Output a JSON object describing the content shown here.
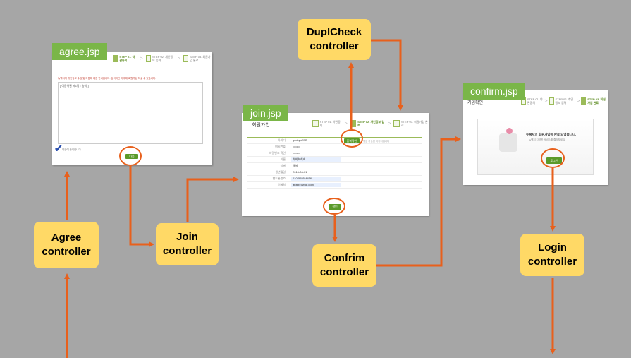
{
  "screens": {
    "agree": {
      "tag": "agree.jsp",
      "notice": "뉴팩처의 개인정보 수집 및 이용에 대한 안내입니다. 동의하신 이후에 회원가입 하실 수 있습니다.",
      "textarea": "[ 이용약관 제1장 : 총칙 ]",
      "check_label": "약관에 동의합니다.",
      "next_button": "다음",
      "steps": [
        "STEP 01. 약관동의",
        "STEP 02. 개인정보 입력",
        "STEP 03. 회원가입 완료"
      ]
    },
    "join": {
      "tag": "join.jsp",
      "heading": "회원가입",
      "dup_button": "중복확인",
      "dup_note": "영문 가능한 아이디입니다",
      "submit": "확인",
      "steps": [
        "STEP 01. 약관동의",
        "STEP 02. 개인정보 입력",
        "STEP 03. 회원가입 완료"
      ],
      "fields": [
        {
          "label": "아이디",
          "value": "qwdqwSSS"
        },
        {
          "label": "비밀번호",
          "value": "•••••••"
        },
        {
          "label": "비밀번호 확인",
          "value": "•••••••"
        },
        {
          "label": "이름",
          "value": "회회회회회"
        },
        {
          "label": "성별",
          "value": "해설"
        },
        {
          "label": "생년월일",
          "value": "2016-06-01"
        },
        {
          "label": "핸드폰번호",
          "value": "010-5555-4456"
        },
        {
          "label": "이메일",
          "value": "afqs@qwfqf.com"
        }
      ]
    },
    "confirm": {
      "tag": "confirm.jsp",
      "heading": "가입확인",
      "message": "뉴팩처의 회원가입이 완료 되었습니다.",
      "sub_message": "뉴팩처 다양한 서비스를 즐겨보세요!",
      "login_button": "로그인",
      "steps": [
        "STEP 01. 약관동의",
        "STEP 02. 개인정보 입력",
        "STEP 03. 회원가입 완료"
      ]
    }
  },
  "controllers": {
    "agree": "Agree\ncontroller",
    "join": "Join\ncontroller",
    "dupl": "DuplCheck\ncontroller",
    "confrim": "Confrim\ncontroller",
    "login": "Login\ncontroller"
  },
  "colors": {
    "background": "#a6a6a6",
    "controller": "#ffd966",
    "tag": "#7ab648",
    "arrow": "#e8601c"
  }
}
